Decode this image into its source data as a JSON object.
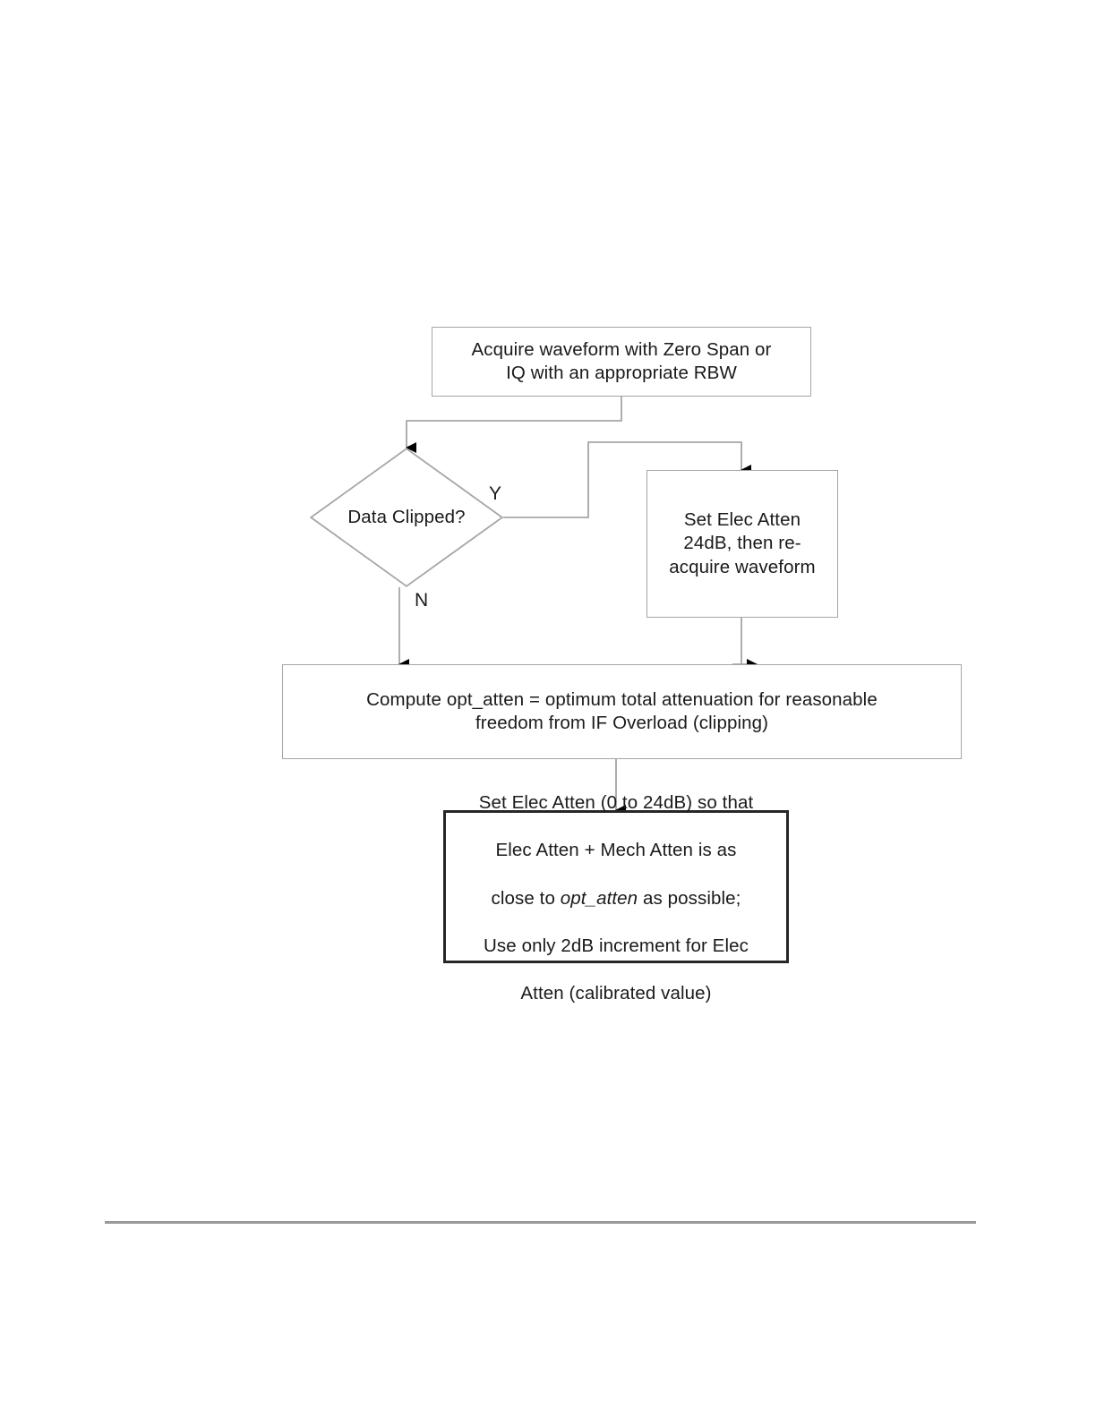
{
  "document": {
    "type": "flowchart",
    "title": "Electronic attenuator auto-ranging flowchart",
    "background_color": "#ffffff",
    "line_color": "#a6a6a6",
    "strong_line_color": "#262626",
    "text_color": "#1a1a1a"
  },
  "flowchart": {
    "nodes": {
      "acquire": {
        "shape": "process",
        "text": "Acquire waveform with Zero Span or\nIQ with an appropriate RBW"
      },
      "decision": {
        "shape": "decision",
        "text": "Data Clipped?"
      },
      "set_atten_24": {
        "shape": "process",
        "text": "Set Elec Atten\n24dB, then re-\nacquire waveform"
      },
      "compute": {
        "shape": "process",
        "text": "Compute opt_atten = optimum total attenuation for reasonable\nfreedom from IF Overload (clipping)"
      },
      "set_elec_atten": {
        "shape": "process",
        "emphasis": "bold-border",
        "line1": "Set Elec Atten (0 to 24dB) so that",
        "line2": "Elec Atten + Mech Atten is as",
        "line3_before": "close to ",
        "line3_italic": "opt_atten",
        "line3_after": " as possible;",
        "line4": "Use only 2dB increment for Elec",
        "line5": "Atten (calibrated value)"
      }
    },
    "edge_labels": {
      "yes": "Y",
      "no": "N"
    },
    "edges": [
      {
        "from": "acquire",
        "to": "decision",
        "label": ""
      },
      {
        "from": "decision",
        "to": "set_atten_24",
        "label": "Y"
      },
      {
        "from": "decision",
        "to": "compute",
        "label": "N"
      },
      {
        "from": "set_atten_24",
        "to": "compute",
        "label": ""
      },
      {
        "from": "compute",
        "to": "set_elec_atten",
        "label": ""
      }
    ]
  }
}
